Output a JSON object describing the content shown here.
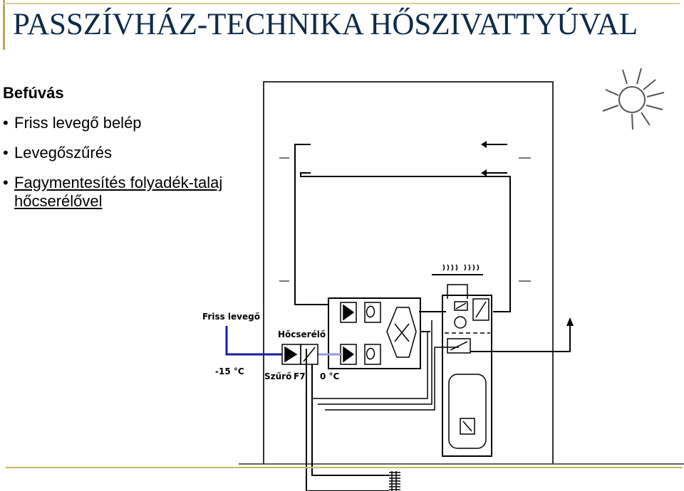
{
  "slide": {
    "title": "PASSZÍVHÁZ-TECHNIKA HŐSZIVATTYÚVAL",
    "subtitle": "Befúvás",
    "bullets": [
      {
        "text": "Friss levegő belép"
      },
      {
        "text": "Levegőszűrés"
      },
      {
        "text": "Fagymentesítés folyadék-talaj hőcserélővel"
      }
    ]
  },
  "diagram": {
    "labels": {
      "fresh_air": "Friss levegő",
      "heat_exchanger": "Hőcserélő",
      "outside_temp": "-15 °C",
      "filter": "Szűrő",
      "filter_class": "F7",
      "inlet_temp": "0 °C"
    },
    "colors": {
      "fresh_air_duct": "#1c1c9c",
      "tempered_duct": "#9a9ad8",
      "line": "#000000"
    }
  }
}
